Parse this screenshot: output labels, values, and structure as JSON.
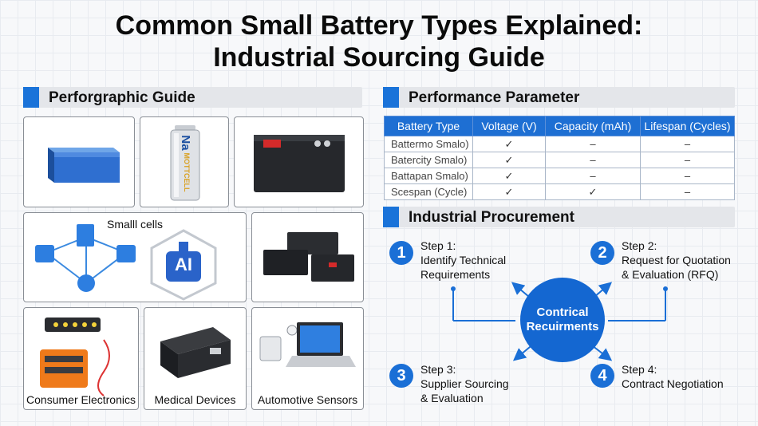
{
  "title_line1": "Common Small Battery Types Explained:",
  "title_line2": "Industrial Sourcing Guide",
  "left_section": "Perforgraphic Guide",
  "right_section": "Performance Parameter",
  "procurement_section": "Industrial Procurement",
  "cards": {
    "small_cells_label": "Smalll cells",
    "cell_brand": "Na",
    "cell_sub": "MOTTCELL",
    "ai_label": "AI",
    "consumer": "Consumer Electronics",
    "medical": "Medical Devices",
    "automotive": "Automotive Sensors"
  },
  "table": {
    "headers": [
      "Battery Type",
      "Voltage (V)",
      "Capacity (mAh)",
      "Lifespan (Cycles)"
    ],
    "rows": [
      [
        "Battermo Smalo)",
        "✓",
        "–",
        "–"
      ],
      [
        "Batercity Smalo)",
        "✓",
        "–",
        "–"
      ],
      [
        "Battapan Smalo)",
        "✓",
        "–",
        "–"
      ],
      [
        "Scespan (Cycle)",
        "✓",
        "✓",
        "–"
      ]
    ]
  },
  "steps": [
    {
      "num": "1",
      "line1": "Step 1:",
      "line2": "Identify Technical",
      "line3": "Requirements"
    },
    {
      "num": "2",
      "line1": "Step 2:",
      "line2": "Request for Quotation",
      "line3": "& Evaluation (RFQ)"
    },
    {
      "num": "3",
      "line1": "Step 3:",
      "line2": "Supplier Sourcing",
      "line3": "& Evaluation"
    },
    {
      "num": "4",
      "line1": "Step 4:",
      "line2": "Contract Negotiation",
      "line3": ""
    }
  ],
  "center": {
    "line1": "Contrical",
    "line2": "Recuirments"
  },
  "colors": {
    "accent": "#1a6fd6",
    "header_bg": "#1e6fd3",
    "section_bg": "#e4e6ea"
  }
}
